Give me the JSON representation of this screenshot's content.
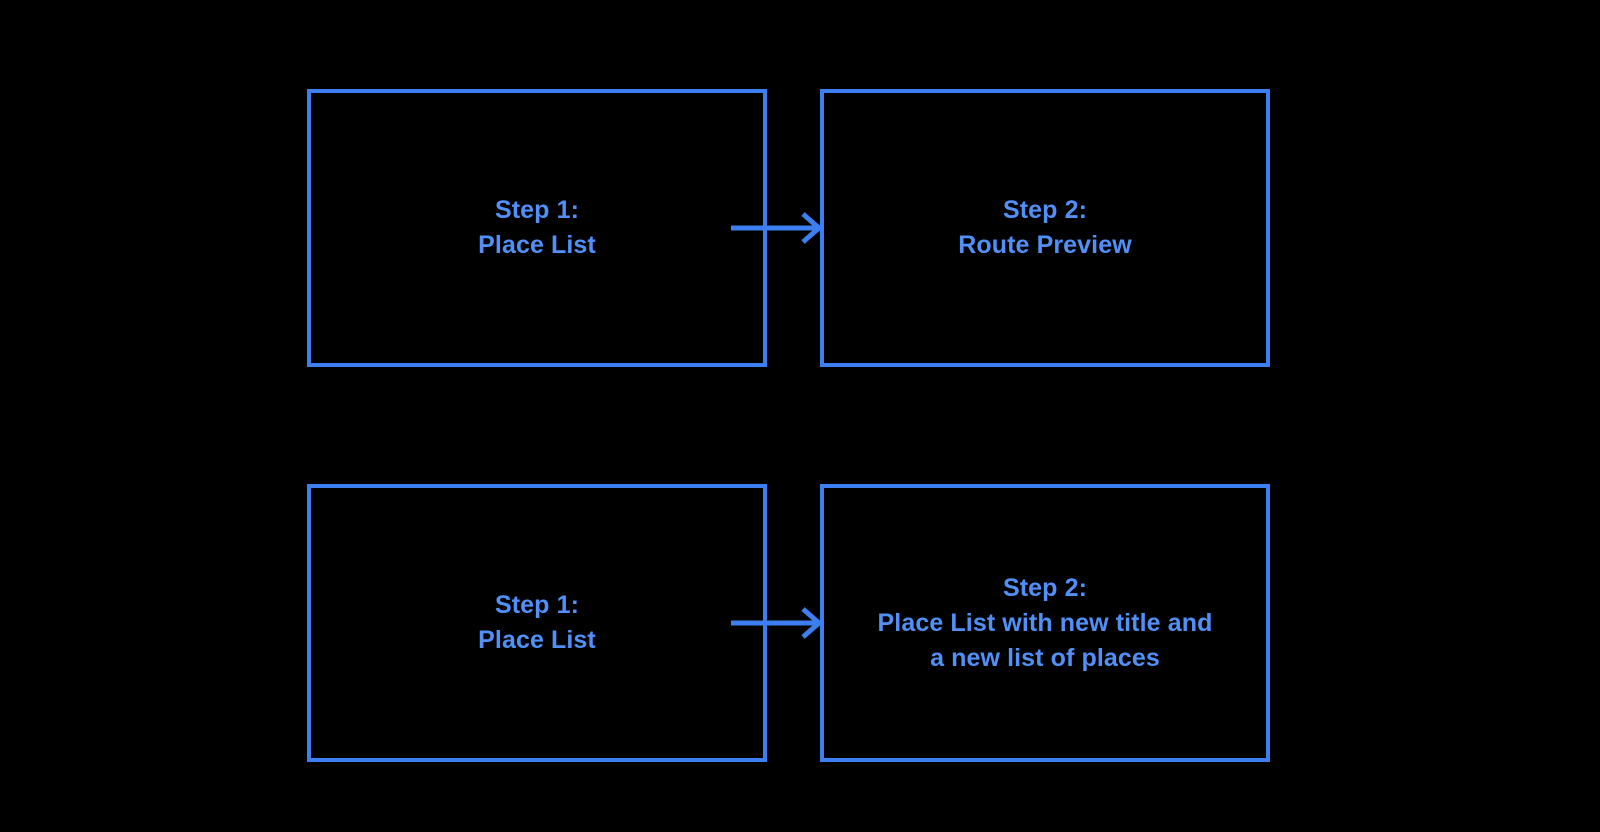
{
  "diagram": {
    "type": "flowchart",
    "background_color": "#000000",
    "accent_color": "#3d7ff0",
    "text_color": "#5190f8",
    "rows": [
      {
        "name": "route-preview-flow",
        "from": {
          "title": "Step 1:",
          "subtitle": "Place List",
          "text": "Step 1:\nPlace List"
        },
        "to": {
          "title": "Step 2:",
          "subtitle": "Route Preview",
          "text": "Step 2:\nRoute Preview"
        },
        "connector": "arrow-right"
      },
      {
        "name": "new-place-list-flow",
        "from": {
          "title": "Step 1:",
          "subtitle": "Place List",
          "text": "Step 1:\nPlace List"
        },
        "to": {
          "title": "Step 2:",
          "subtitle": "Place List with new title and a new list of places",
          "text": "Step 2:\nPlace List with new title and\na new list of places"
        },
        "connector": "arrow-right"
      }
    ]
  }
}
